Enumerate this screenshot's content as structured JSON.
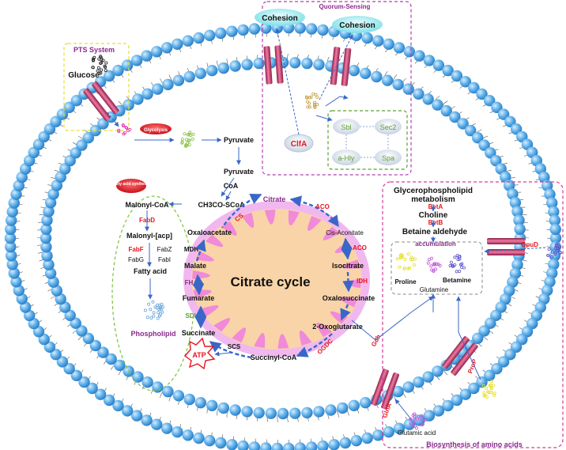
{
  "colors": {
    "membrane": "#4fa3e0",
    "channel": "#c2436d",
    "red_enzyme": "#e8141d",
    "green_enzyme": "#5aa02c",
    "purple_label": "#8a2a8f",
    "cycle_fill": "#f9d4a8",
    "cycle_ring": "#f08ad9",
    "arrow": "#3a67c7"
  },
  "quorum_sensing": {
    "title": "Quorum-Sensing",
    "cohesion_left": "Cohesion",
    "cohesion_right": "Cohesion",
    "clfa": "ClfA",
    "proteins": [
      "Sbl",
      "Sec2",
      "a-Hly",
      "Spa"
    ]
  },
  "pts": {
    "title": "PTS System",
    "glucose": "Glucose"
  },
  "glycolysis": {
    "badge": "Glycolysis",
    "pyruvate1": "Pyruvate",
    "pyruvate2": "Pyruvate"
  },
  "fatty_acid": {
    "badge": "Fatty acid synthesis",
    "malonyl_coa": "Malonyl-CoA",
    "fabd": "FabD",
    "malonyl_acp": "Malonyl-[acp]",
    "fabf": "FabF",
    "fabz": "FabZ",
    "fabg": "FabG",
    "fabi": "FabI",
    "fatty_acid": "Fatty acid",
    "phospholipid": "Phospholipid"
  },
  "tca": {
    "title": "Citrate cycle",
    "coa": "CoA",
    "acetyl": "CH3CO-SCoA",
    "citrate": "Citrate",
    "cis_aconitate": "Cis-Aconitate",
    "isocitrate": "Isocitrate",
    "oxalosuccinate": "Oxalosuccinate",
    "oxoglutarate": "2-Oxoglutarate",
    "succinyl_coa": "Succinyl-CoA",
    "succinate": "Succinate",
    "fumarate": "Fumarate",
    "malate": "Malate",
    "oxaloacetate": "Oxaloacetate",
    "enzymes": {
      "cs": "CS",
      "aco1": "ACO",
      "aco2": "ACO",
      "idh": "IDH",
      "ogdc": "OGDC",
      "scs": "SCS",
      "sdh": "SDH",
      "fh": "FH",
      "mdh": "MDH"
    },
    "atp": "ATP",
    "gdh": "Gdh"
  },
  "osmo": {
    "glycero1": "Glycerophospholipid",
    "glycero2": "metabolism",
    "beta": "BetA",
    "choline": "Choline",
    "betb": "BetB",
    "betaine_aldehyde": "Betaine aldehyde",
    "accumulation": "accumulation",
    "proline": "Proline",
    "betamine": "Betamine",
    "glutamine": "Glutamine",
    "opud": "OpuD",
    "prop": "ProP",
    "glna": "GlnA",
    "glutamic": "Glutamic acid",
    "biosynthesis": "Biosynthesis of amino acids"
  }
}
